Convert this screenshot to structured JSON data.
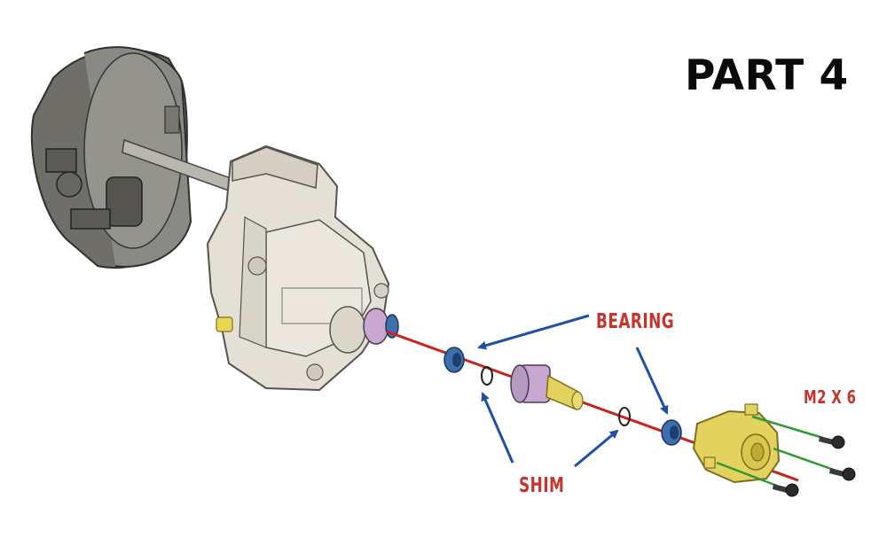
{
  "title": "PART 4",
  "callouts": {
    "bearing": "BEARING",
    "shim": "SHIM",
    "screw": "M2 X 6"
  },
  "colors": {
    "callout_text": "#c8332b",
    "arrow": "#1f4fa6",
    "axis_line": "#c9231e",
    "screw_line": "#2e9a33",
    "bearing": "#3b6fb0",
    "end_cap": "#e3d25e",
    "gear": "#c8a8cf",
    "housing": "#e4e0d6",
    "motor": "#7b7a74"
  },
  "icons": [
    "motor-icon",
    "gearbox-housing-icon",
    "bearing-icon",
    "shim-ring-icon",
    "output-gear-icon",
    "end-cap-icon",
    "screw-icon"
  ]
}
